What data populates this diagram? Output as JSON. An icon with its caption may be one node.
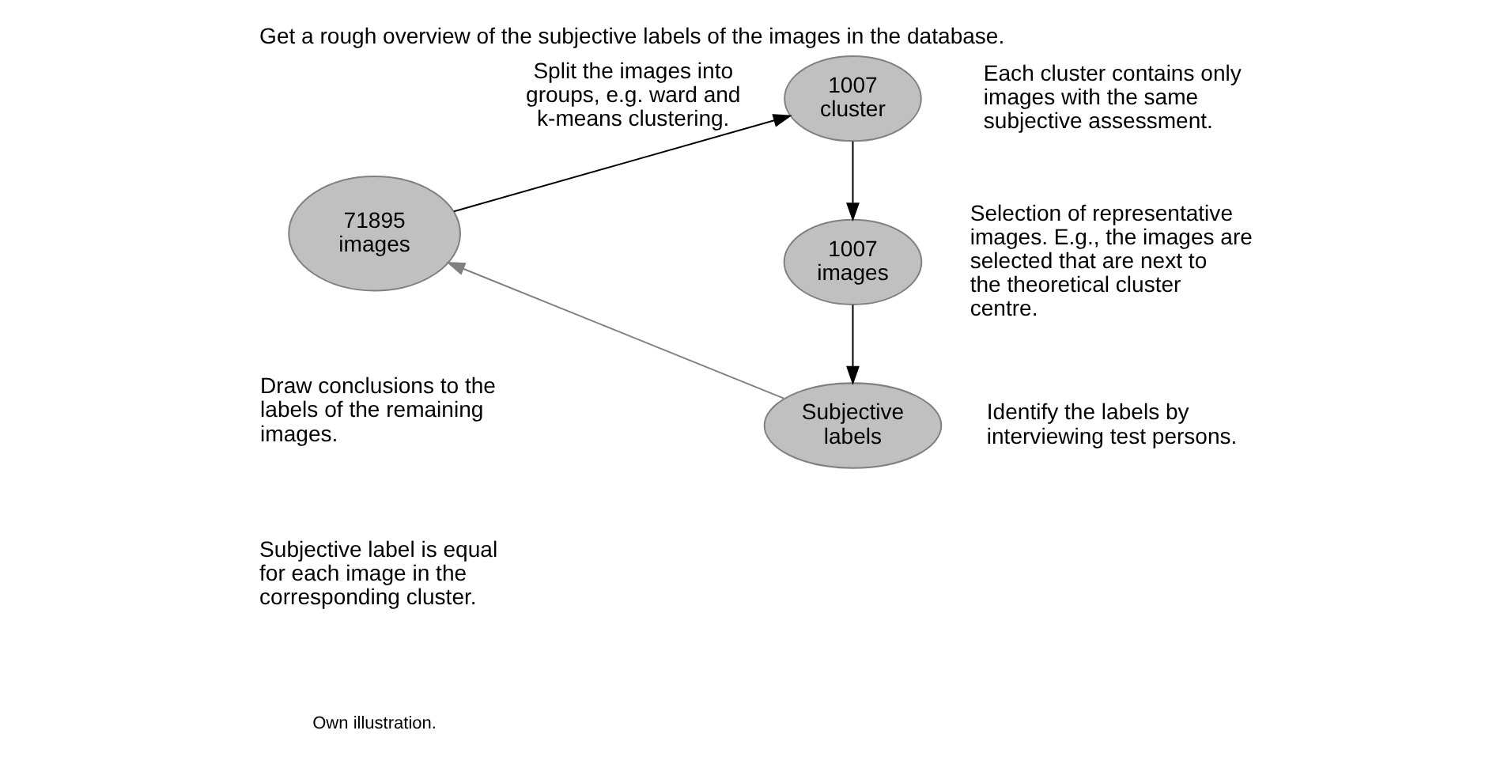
{
  "diagram": {
    "title": "Get a rough overview of the subjective labels of the images in the database.",
    "caption": "Own illustration.",
    "nodes": [
      {
        "text": [
          "71895 images"
        ]
      },
      {
        "text": [
          "1007 cluster"
        ],
        "beside": [
          "Each cluster contains only images with the same subjective assessment."
        ]
      },
      {
        "text": [
          "1007 images"
        ],
        "beside": [
          "Selection of representative images. E.g., the images are selected that are next to the theoretical cluster centre."
        ]
      },
      {
        "text": [
          "Subjective labels"
        ],
        "beside": [
          "Identify the labels by interviewing test persons."
        ]
      }
    ],
    "edges": [
      {
        "from": 0,
        "to": 1,
        "arrow": "to",
        "label": "Split the images into groups, e.g. ward and k-means clustering."
      },
      {
        "from": 1,
        "to": 2,
        "arrow": "to"
      },
      {
        "from": 2,
        "to": 3,
        "arrow": "to"
      },
      {
        "from": 3,
        "to": 0,
        "arrow": "to",
        "color": "#808080"
      }
    ],
    "labels": [
      "Draw conclusions to the labels of the remaining images.",
      "Subjective label is equal for each image in the corresponding cluster."
    ]
  }
}
